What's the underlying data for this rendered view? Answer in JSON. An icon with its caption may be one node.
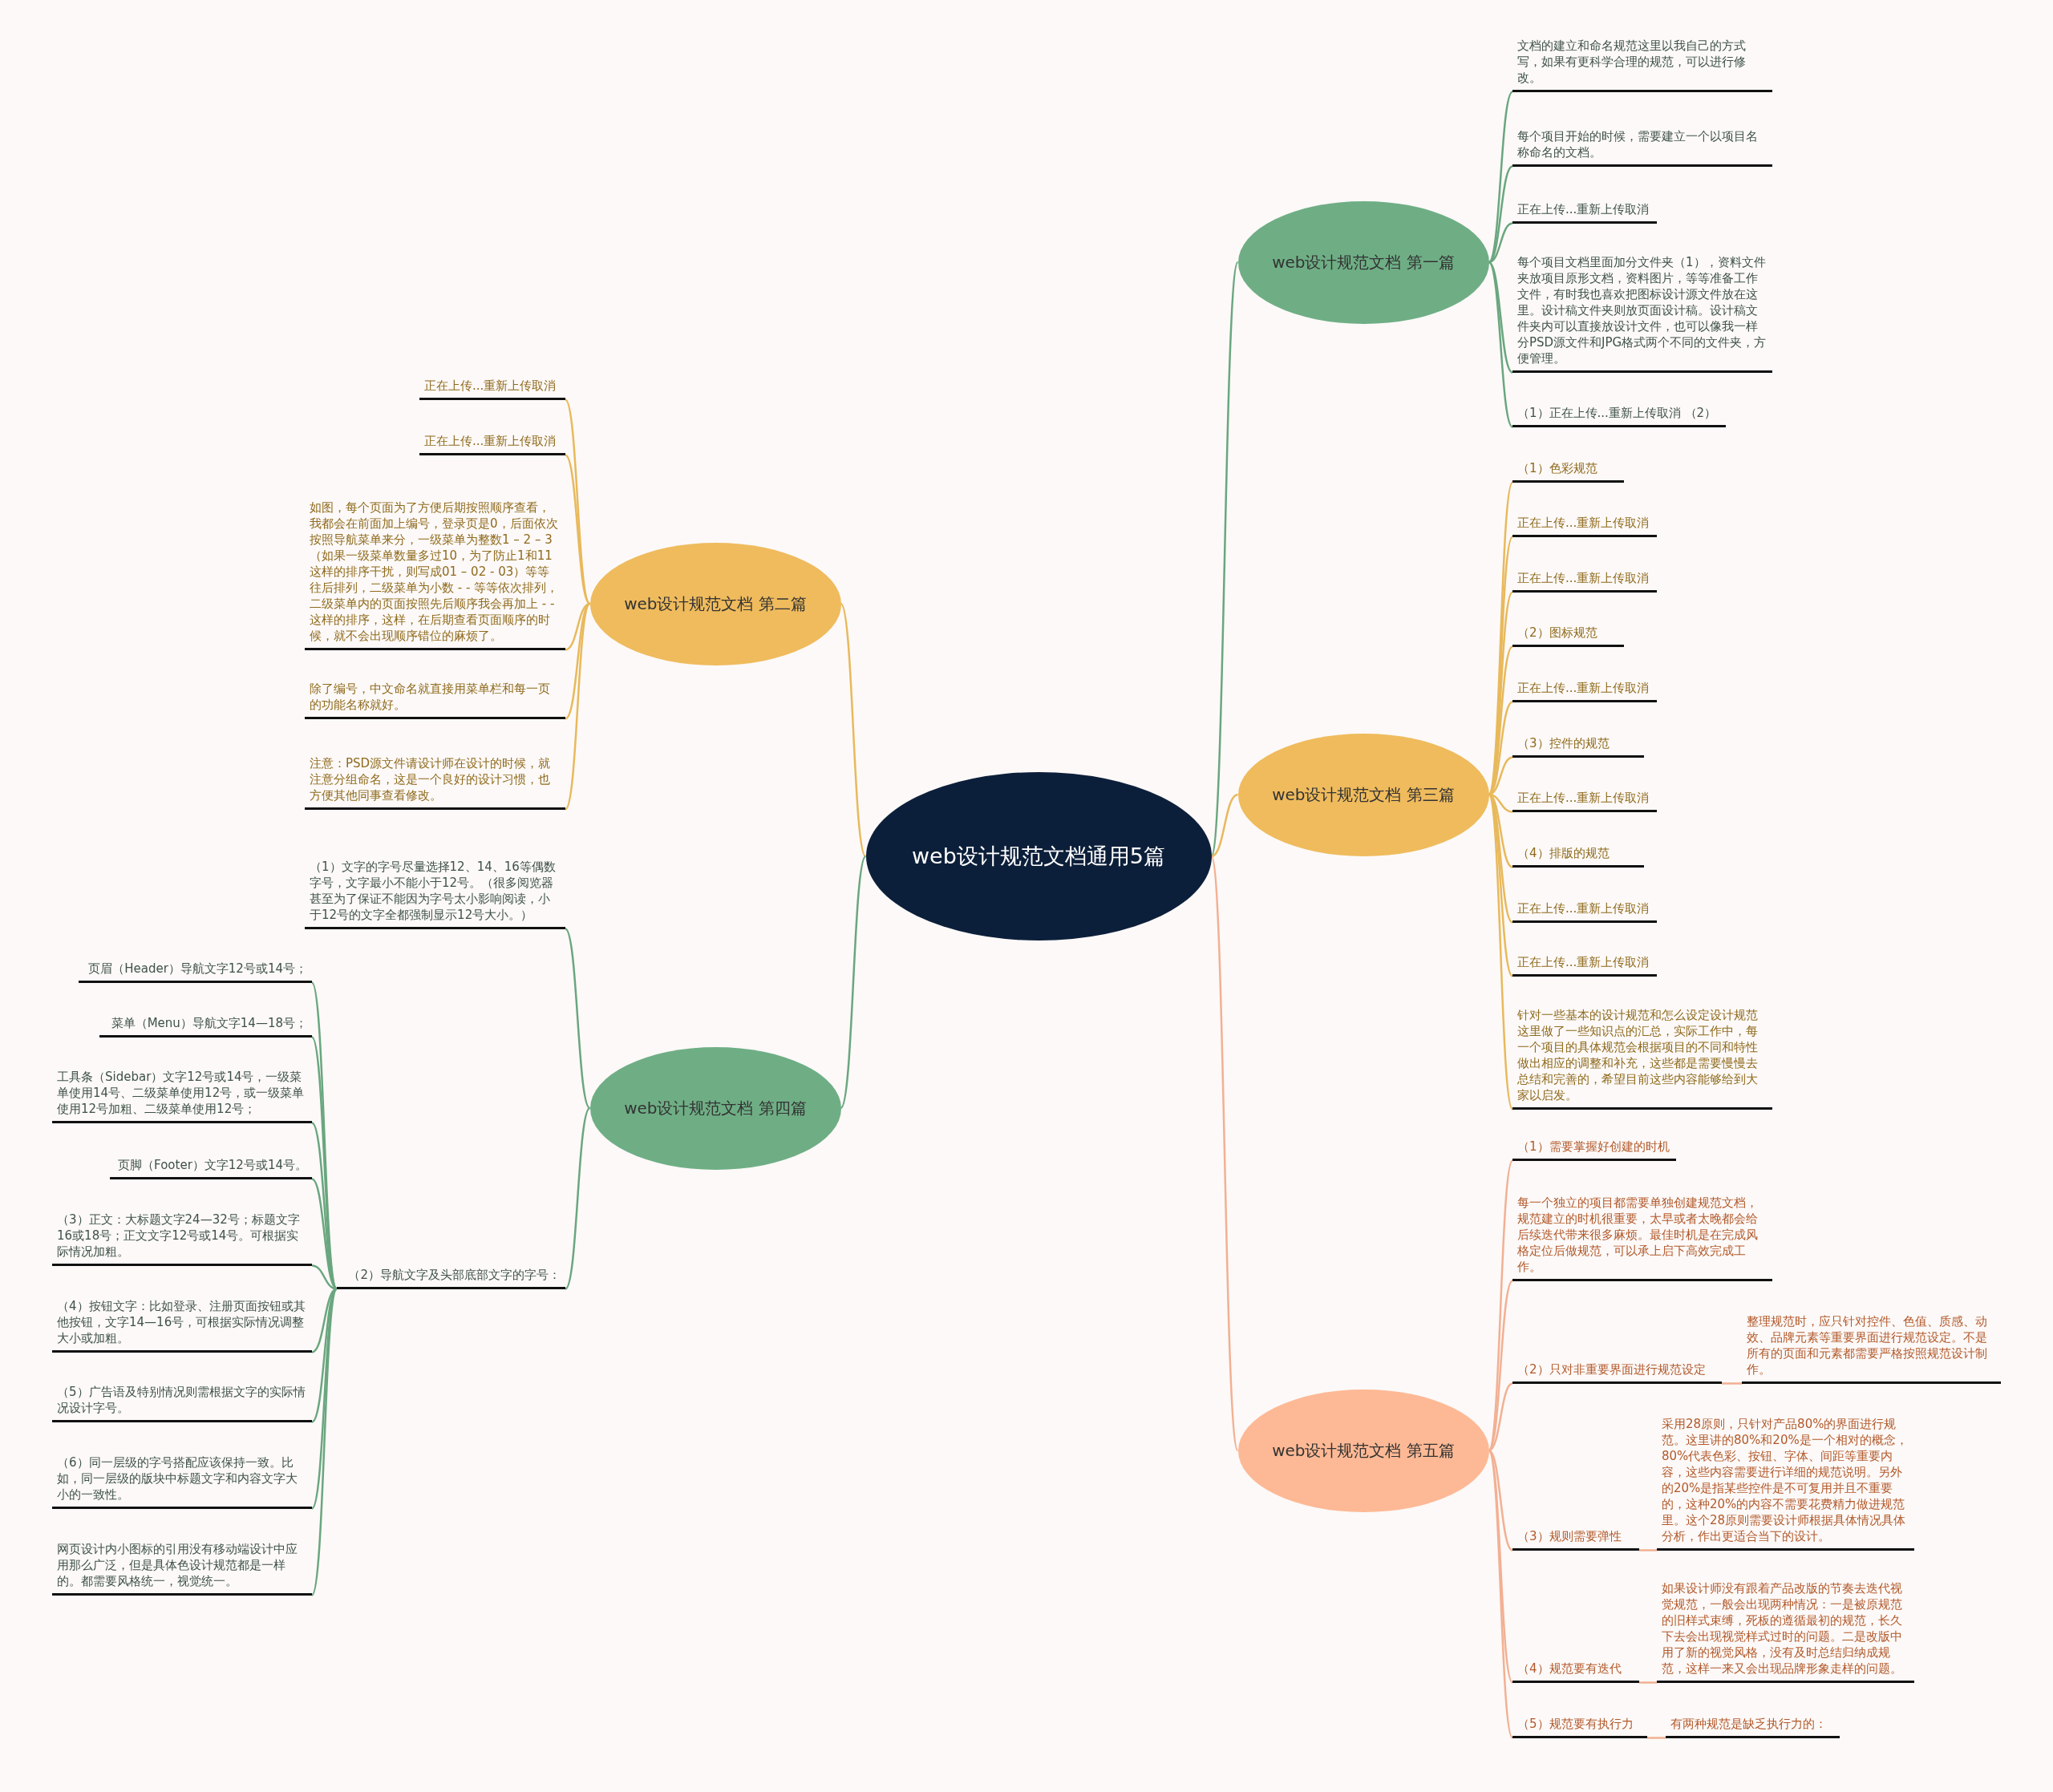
{
  "diagram": {
    "nodes": [
      {
        "text": [
          "web设计规范文档通用5篇"
        ]
      },
      {
        "text": [
          "web设计规范文档 第一篇"
        ]
      },
      {
        "text": [
          "文档的建立和命名规范这里以我自己的方式写，如果有更科学合理的规范，可以进行修改。"
        ]
      },
      {
        "text": [
          "每个项目开始的时候，需要建立一个以项目名称命名的文档。"
        ]
      },
      {
        "text": [
          "正在上传...重新上传取消"
        ]
      },
      {
        "text": [
          "每个项目文档里面加分文件夹（1），资料文件夹放项目原形文档，资料图片，等等准备工作文件，有时我也喜欢把图标设计源文件放在这里。设计稿文件夹则放页面设计稿。设计稿文件夹内可以直接放设计文件，也可以像我一样分PSD源文件和JPG格式两个不同的文件夹，方便管理。"
        ]
      },
      {
        "text": [
          "（1）正在上传...重新上传取消 （2）"
        ]
      },
      {
        "text": [
          "web设计规范文档 第二篇"
        ]
      },
      {
        "text": [
          "正在上传...重新上传取消"
        ]
      },
      {
        "text": [
          "正在上传...重新上传取消"
        ]
      },
      {
        "text": [
          "如图，每个页面为了方便后期按照顺序查看，我都会在前面加上编号，登录页是0，后面依次按照导航菜单来分，一级菜单为整数1 – 2 – 3（如果一级菜单数量多过10，为了防止1和11这样的排序干扰，则写成01 – 02 - 03）等等往后排列，二级菜单为小数 - - 等等依次排列，二级菜单内的页面按照先后顺序我会再加上 - - 这样的排序，这样，在后期查看页面顺序的时候，就不会出现顺序错位的麻烦了。"
        ]
      },
      {
        "text": [
          "除了编号，中文命名就直接用菜单栏和每一页的功能名称就好。"
        ]
      },
      {
        "text": [
          "注意：PSD源文件请设计师在设计的时候，就注意分组命名，这是一个良好的设计习惯，也方便其他同事查看修改。"
        ]
      },
      {
        "text": [
          "web设计规范文档 第三篇"
        ]
      },
      {
        "text": [
          "（1）色彩规范"
        ]
      },
      {
        "text": [
          "正在上传...重新上传取消"
        ]
      },
      {
        "text": [
          "正在上传...重新上传取消"
        ]
      },
      {
        "text": [
          "（2）图标规范"
        ]
      },
      {
        "text": [
          "正在上传...重新上传取消"
        ]
      },
      {
        "text": [
          "（3）控件的规范"
        ]
      },
      {
        "text": [
          "正在上传...重新上传取消"
        ]
      },
      {
        "text": [
          "（4）排版的规范"
        ]
      },
      {
        "text": [
          "正在上传...重新上传取消"
        ]
      },
      {
        "text": [
          "正在上传...重新上传取消"
        ]
      },
      {
        "text": [
          "针对一些基本的设计规范和怎么设定设计规范这里做了一些知识点的汇总，实际工作中，每一个项目的具体规范会根据项目的不同和特性做出相应的调整和补充，这些都是需要慢慢去总结和完善的，希望目前这些内容能够给到大家以启发。"
        ]
      },
      {
        "text": [
          "web设计规范文档 第四篇"
        ]
      },
      {
        "text": [
          "（1）文字的字号尽量选择12、14、16等偶数字号，文字最小不能小于12号。（很多阅览器甚至为了保证不能因为字号太小影响阅读，小于12号的文字全都强制显示12号大小。）"
        ]
      },
      {
        "text": [
          "（2）导航文字及头部底部文字的字号："
        ]
      },
      {
        "text": [
          "页眉（Header）导航文字12号或14号；"
        ]
      },
      {
        "text": [
          "菜单（Menu）导航文字14—18号；"
        ]
      },
      {
        "text": [
          "工具条（Sidebar）文字12号或14号，一级菜单使用14号、二级菜单使用12号，或一级菜单使用12号加粗、二级菜单使用12号；"
        ]
      },
      {
        "text": [
          "页脚（Footer）文字12号或14号。"
        ]
      },
      {
        "text": [
          "（3）正文：大标题文字24—32号；标题文字16或18号；正文文字12号或14号。可根据实际情况加粗。"
        ]
      },
      {
        "text": [
          "（4）按钮文字：比如登录、注册页面按钮或其他按钮，文字14—16号，可根据实际情况调整大小或加粗。"
        ]
      },
      {
        "text": [
          "（5）广告语及特别情况则需根据文字的实际情况设计字号。"
        ]
      },
      {
        "text": [
          "（6）同一层级的字号搭配应该保持一致。比如，同一层级的版块中标题文字和内容文字大小的一致性。"
        ]
      },
      {
        "text": [
          "网页设计内小图标的引用没有移动端设计中应用那么广泛，但是具体色设计规范都是一样的。都需要风格统一，视觉统一。"
        ]
      },
      {
        "text": [
          "web设计规范文档 第五篇"
        ]
      },
      {
        "text": [
          "（1）需要掌握好创建的时机"
        ]
      },
      {
        "text": [
          "每一个独立的项目都需要单独创建规范文档，规范建立的时机很重要，太早或者太晚都会给后续迭代带来很多麻烦。最佳时机是在完成风格定位后做规范，可以承上启下高效完成工作。"
        ]
      },
      {
        "text": [
          "（2）只对非重要界面进行规范设定"
        ]
      },
      {
        "text": [
          "整理规范时，应只针对控件、色值、质感、动效、品牌元素等重要界面进行规范设定。不是所有的页面和元素都需要严格按照规范设计制作。"
        ]
      },
      {
        "text": [
          "（3）规则需要弹性"
        ]
      },
      {
        "text": [
          "采用28原则，只针对产品80%的界面进行规范。这里讲的80%和20%是一个相对的概念，80%代表色彩、按钮、字体、间距等重要内容，这些内容需要进行详细的规范说明。另外的20%是指某些控件是不可复用并且不重要的，这种20%的内容不需要花费精力做进规范里。这个28原则需要设计师根据具体情况具体分析，作出更适合当下的设计。"
        ]
      },
      {
        "text": [
          "（4）规范要有迭代"
        ]
      },
      {
        "text": [
          "如果设计师没有跟着产品改版的节奏去迭代视觉规范，一般会出现两种情况：一是被原规范的旧样式束缚，死板的遵循最初的规范，长久下去会出现视觉样式过时的问题。二是改版中用了新的视觉风格，没有及时总结归纳成规范，这样一来又会出现品牌形象走样的问题。"
        ]
      },
      {
        "text": [
          "（5）规范要有执行力"
        ]
      },
      {
        "text": [
          "有两种规范是缺乏执行力的："
        ]
      }
    ],
    "edges": [
      {
        "from": 0,
        "to": 1,
        "arrow": "none",
        "color": "#6aa67f"
      },
      {
        "from": 0,
        "to": 7,
        "arrow": "none",
        "color": "#e8b95c"
      },
      {
        "from": 0,
        "to": 13,
        "arrow": "none",
        "color": "#e8b95c"
      },
      {
        "from": 0,
        "to": 25,
        "arrow": "none",
        "color": "#6aa67f"
      },
      {
        "from": 0,
        "to": 37,
        "arrow": "none",
        "color": "#f2b093"
      },
      {
        "from": 1,
        "to": 2,
        "arrow": "none",
        "color": "#6aa67f"
      },
      {
        "from": 1,
        "to": 3,
        "arrow": "none",
        "color": "#6aa67f"
      },
      {
        "from": 1,
        "to": 4,
        "arrow": "none",
        "color": "#6aa67f"
      },
      {
        "from": 1,
        "to": 5,
        "arrow": "none",
        "color": "#6aa67f"
      },
      {
        "from": 1,
        "to": 6,
        "arrow": "none",
        "color": "#6aa67f"
      },
      {
        "from": 7,
        "to": 8,
        "arrow": "none",
        "color": "#e8b95c"
      },
      {
        "from": 7,
        "to": 9,
        "arrow": "none",
        "color": "#e8b95c"
      },
      {
        "from": 7,
        "to": 10,
        "arrow": "none",
        "color": "#e8b95c"
      },
      {
        "from": 7,
        "to": 11,
        "arrow": "none",
        "color": "#e8b95c"
      },
      {
        "from": 7,
        "to": 12,
        "arrow": "none",
        "color": "#e8b95c"
      },
      {
        "from": 13,
        "to": 14,
        "arrow": "none",
        "color": "#e8b95c"
      },
      {
        "from": 13,
        "to": 15,
        "arrow": "none",
        "color": "#e8b95c"
      },
      {
        "from": 13,
        "to": 16,
        "arrow": "none",
        "color": "#e8b95c"
      },
      {
        "from": 13,
        "to": 17,
        "arrow": "none",
        "color": "#e8b95c"
      },
      {
        "from": 13,
        "to": 18,
        "arrow": "none",
        "color": "#e8b95c"
      },
      {
        "from": 13,
        "to": 19,
        "arrow": "none",
        "color": "#e8b95c"
      },
      {
        "from": 13,
        "to": 20,
        "arrow": "none",
        "color": "#e8b95c"
      },
      {
        "from": 13,
        "to": 21,
        "arrow": "none",
        "color": "#e8b95c"
      },
      {
        "from": 13,
        "to": 22,
        "arrow": "none",
        "color": "#e8b95c"
      },
      {
        "from": 13,
        "to": 23,
        "arrow": "none",
        "color": "#e8b95c"
      },
      {
        "from": 13,
        "to": 24,
        "arrow": "none",
        "color": "#e8b95c"
      },
      {
        "from": 25,
        "to": 26,
        "arrow": "none",
        "color": "#6aa67f"
      },
      {
        "from": 25,
        "to": 27,
        "arrow": "none",
        "color": "#6aa67f"
      },
      {
        "from": 27,
        "to": 28,
        "arrow": "none",
        "color": "#6aa67f"
      },
      {
        "from": 27,
        "to": 29,
        "arrow": "none",
        "color": "#6aa67f"
      },
      {
        "from": 27,
        "to": 30,
        "arrow": "none",
        "color": "#6aa67f"
      },
      {
        "from": 27,
        "to": 31,
        "arrow": "none",
        "color": "#6aa67f"
      },
      {
        "from": 27,
        "to": 32,
        "arrow": "none",
        "color": "#6aa67f"
      },
      {
        "from": 27,
        "to": 33,
        "arrow": "none",
        "color": "#6aa67f"
      },
      {
        "from": 27,
        "to": 34,
        "arrow": "none",
        "color": "#6aa67f"
      },
      {
        "from": 27,
        "to": 35,
        "arrow": "none",
        "color": "#6aa67f"
      },
      {
        "from": 27,
        "to": 36,
        "arrow": "none",
        "color": "#6aa67f"
      },
      {
        "from": 37,
        "to": 38,
        "arrow": "none",
        "color": "#f2b093"
      },
      {
        "from": 37,
        "to": 39,
        "arrow": "none",
        "color": "#f2b093"
      },
      {
        "from": 37,
        "to": 40,
        "arrow": "none",
        "color": "#f2b093"
      },
      {
        "from": 37,
        "to": 42,
        "arrow": "none",
        "color": "#f2b093"
      },
      {
        "from": 37,
        "to": 44,
        "arrow": "none",
        "color": "#f2b093"
      },
      {
        "from": 37,
        "to": 46,
        "arrow": "none",
        "color": "#f2b093"
      },
      {
        "from": 40,
        "to": 41,
        "arrow": "none",
        "color": "#f2b093"
      },
      {
        "from": 42,
        "to": 43,
        "arrow": "none",
        "color": "#f2b093"
      },
      {
        "from": 44,
        "to": 45,
        "arrow": "none",
        "color": "#f2b093"
      },
      {
        "from": 46,
        "to": 47,
        "arrow": "none",
        "color": "#f2b093"
      }
    ]
  }
}
